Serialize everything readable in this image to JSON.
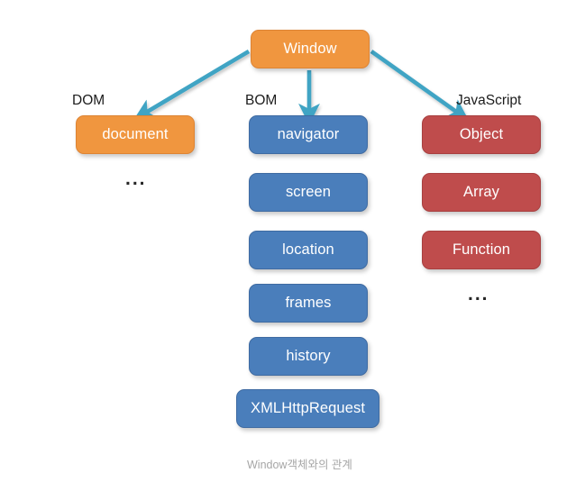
{
  "diagram": {
    "caption": "Window객체와의 관계",
    "root": {
      "label": "Window",
      "color": "#F0963F"
    },
    "columns": [
      {
        "id": "dom",
        "label": "DOM",
        "color": "#F0963F",
        "nodes": [
          {
            "label": "document"
          }
        ],
        "ellipsis": "..."
      },
      {
        "id": "bom",
        "label": "BOM",
        "color": "#4A7EBB",
        "nodes": [
          {
            "label": "navigator"
          },
          {
            "label": "screen"
          },
          {
            "label": "location"
          },
          {
            "label": "frames"
          },
          {
            "label": "history"
          },
          {
            "label": "XMLHttpRequest"
          }
        ],
        "ellipsis": ""
      },
      {
        "id": "javascript",
        "label": "JavaScript",
        "color": "#BF4C4C",
        "nodes": [
          {
            "label": "Object"
          },
          {
            "label": "Array"
          },
          {
            "label": "Function"
          }
        ],
        "ellipsis": "..."
      }
    ],
    "arrow_color": "#3FA4C4"
  }
}
